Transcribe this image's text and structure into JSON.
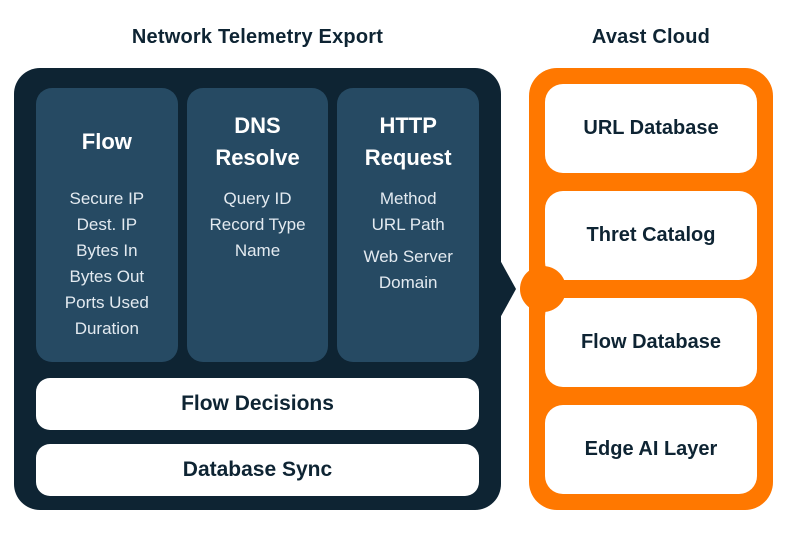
{
  "colors": {
    "navy": "#0e2433",
    "slate": "#264a63",
    "orange": "#ff7800",
    "white": "#ffffff",
    "item_text": "#e3eaf0"
  },
  "left_panel": {
    "title": "Network Telemetry Export",
    "columns": [
      {
        "header": "Flow",
        "items": [
          "Secure IP",
          "Dest. IP",
          "Bytes In",
          "Bytes Out",
          "Ports Used",
          "Duration"
        ]
      },
      {
        "header": "DNS\nResolve",
        "items": [
          "Query ID",
          "Record Type",
          "Name"
        ]
      },
      {
        "header": "HTTP\nRequest",
        "items": [
          "Method",
          "URL Path",
          "Web Server\nDomain"
        ]
      }
    ],
    "bars": [
      "Flow Decisions",
      "Database Sync"
    ]
  },
  "right_panel": {
    "title": "Avast Cloud",
    "boxes": [
      "URL Database",
      "Thret Catalog",
      "Flow Database",
      "Edge AI Layer"
    ]
  }
}
